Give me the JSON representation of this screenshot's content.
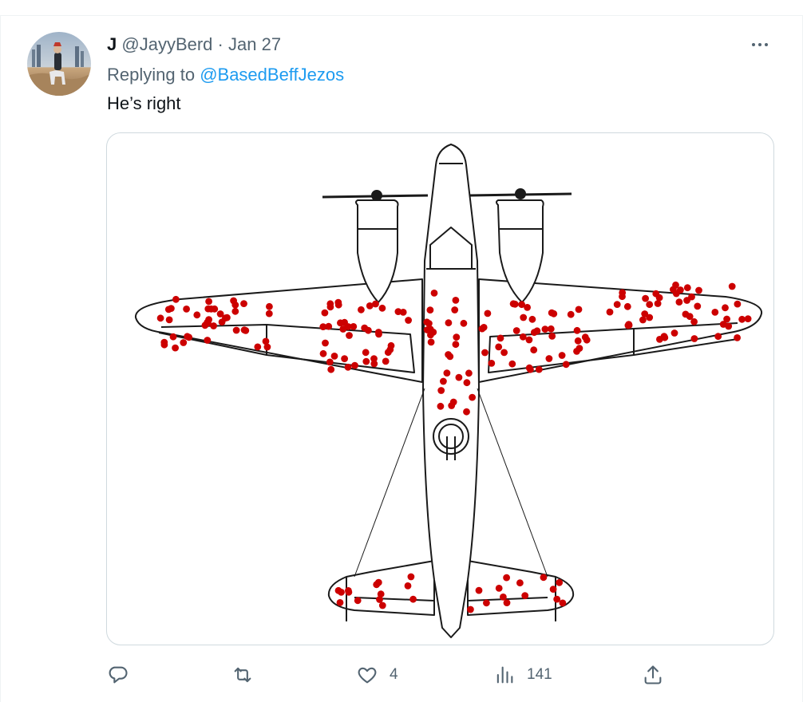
{
  "tweet": {
    "author_name": "J",
    "handle": "@JayyBerd",
    "separator": "·",
    "date": "Jan 27",
    "replying_prefix": "Replying to ",
    "replying_to": "@BasedBeffJezos",
    "text": "He’s right"
  },
  "actions": {
    "reply": {
      "icon": "reply-icon"
    },
    "retweet": {
      "icon": "retweet-icon"
    },
    "like": {
      "icon": "heart-icon",
      "count": "4"
    },
    "views": {
      "icon": "analytics-icon",
      "count": "141"
    },
    "share": {
      "icon": "share-icon"
    }
  },
  "colors": {
    "text": "#0f1419",
    "secondary": "#536471",
    "link": "#1d9bf0",
    "border": "#cfd9de",
    "damage_dot": "#cc0000"
  }
}
